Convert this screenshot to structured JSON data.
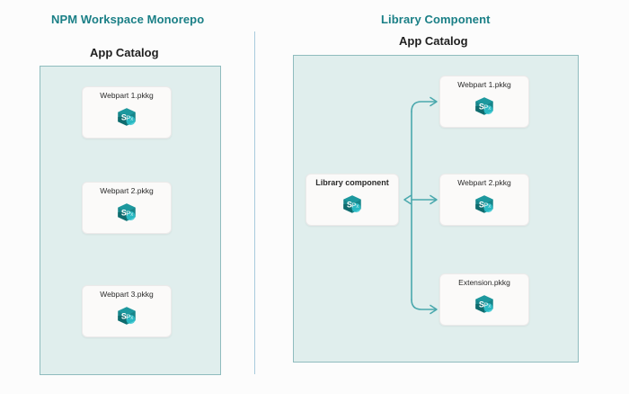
{
  "sections": {
    "left": {
      "title": "NPM Workspace Monorepo",
      "catalog_title": "App Catalog",
      "cards": [
        {
          "label": "Webpart 1.pkkg",
          "icon": "spfx-icon"
        },
        {
          "label": "Webpart 2.pkkg",
          "icon": "spfx-icon"
        },
        {
          "label": "Webpart 3.pkkg",
          "icon": "spfx-icon"
        }
      ]
    },
    "right": {
      "title": "Library Component",
      "catalog_title": "App Catalog",
      "source": {
        "label": "Library component",
        "icon": "spfx-icon"
      },
      "cards": [
        {
          "label": "Webpart 1.pkkg",
          "icon": "spfx-icon"
        },
        {
          "label": "Webpart 2.pkkg",
          "icon": "spfx-icon"
        },
        {
          "label": "Extension.pkkg",
          "icon": "spfx-icon"
        }
      ]
    }
  },
  "colors": {
    "title_teal": "#1a7f86",
    "panel_fill": "#e0eeed",
    "panel_border": "#8fbcbe",
    "card_fill": "#fbfaf9",
    "card_border": "#eceaea",
    "arrow": "#4aa8ad",
    "divider": "#a9cbdd",
    "icon_dark_teal": "#0f6b6e",
    "icon_mid_teal": "#17858a",
    "icon_light_teal": "#2ec5cf",
    "background": "#fcfcfc"
  }
}
